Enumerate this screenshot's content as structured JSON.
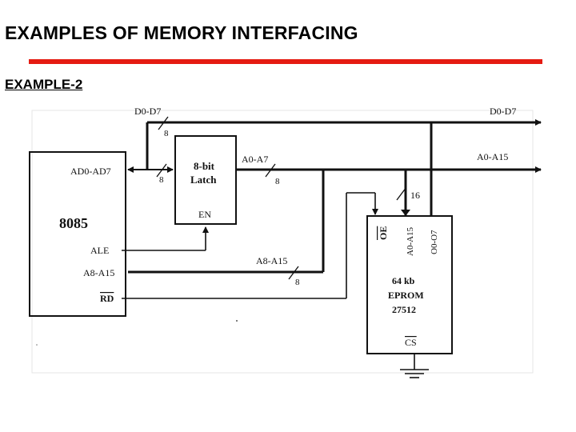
{
  "header": {
    "title": "EXAMPLES OF MEMORY INTERFACING",
    "subtitle": "EXAMPLE-2",
    "accent_color": "#e51b12"
  },
  "diagram": {
    "cpu": {
      "name": "8085",
      "pins": {
        "ad": "AD0-AD7",
        "ale": "ALE",
        "a8": "A8-A15",
        "rd": "RD"
      }
    },
    "latch": {
      "name_line1": "8-bit",
      "name_line2": "Latch",
      "enable": "EN"
    },
    "eprom": {
      "size": "64 kb",
      "type": "EPROM",
      "part": "27512",
      "oe": "OE",
      "addr": "A0-A15",
      "data": "O0-O7",
      "cs": "CS"
    },
    "buses": {
      "data_in": "D0-D7",
      "data_out": "D0-D7",
      "addr_out": "A0-A15",
      "latch_out": "A0-A7",
      "high_addr": "A8-A15"
    },
    "bus_widths": {
      "data": "8",
      "ad_in": "8",
      "latch_out": "8",
      "high": "8",
      "eprom_addr": "16"
    }
  }
}
